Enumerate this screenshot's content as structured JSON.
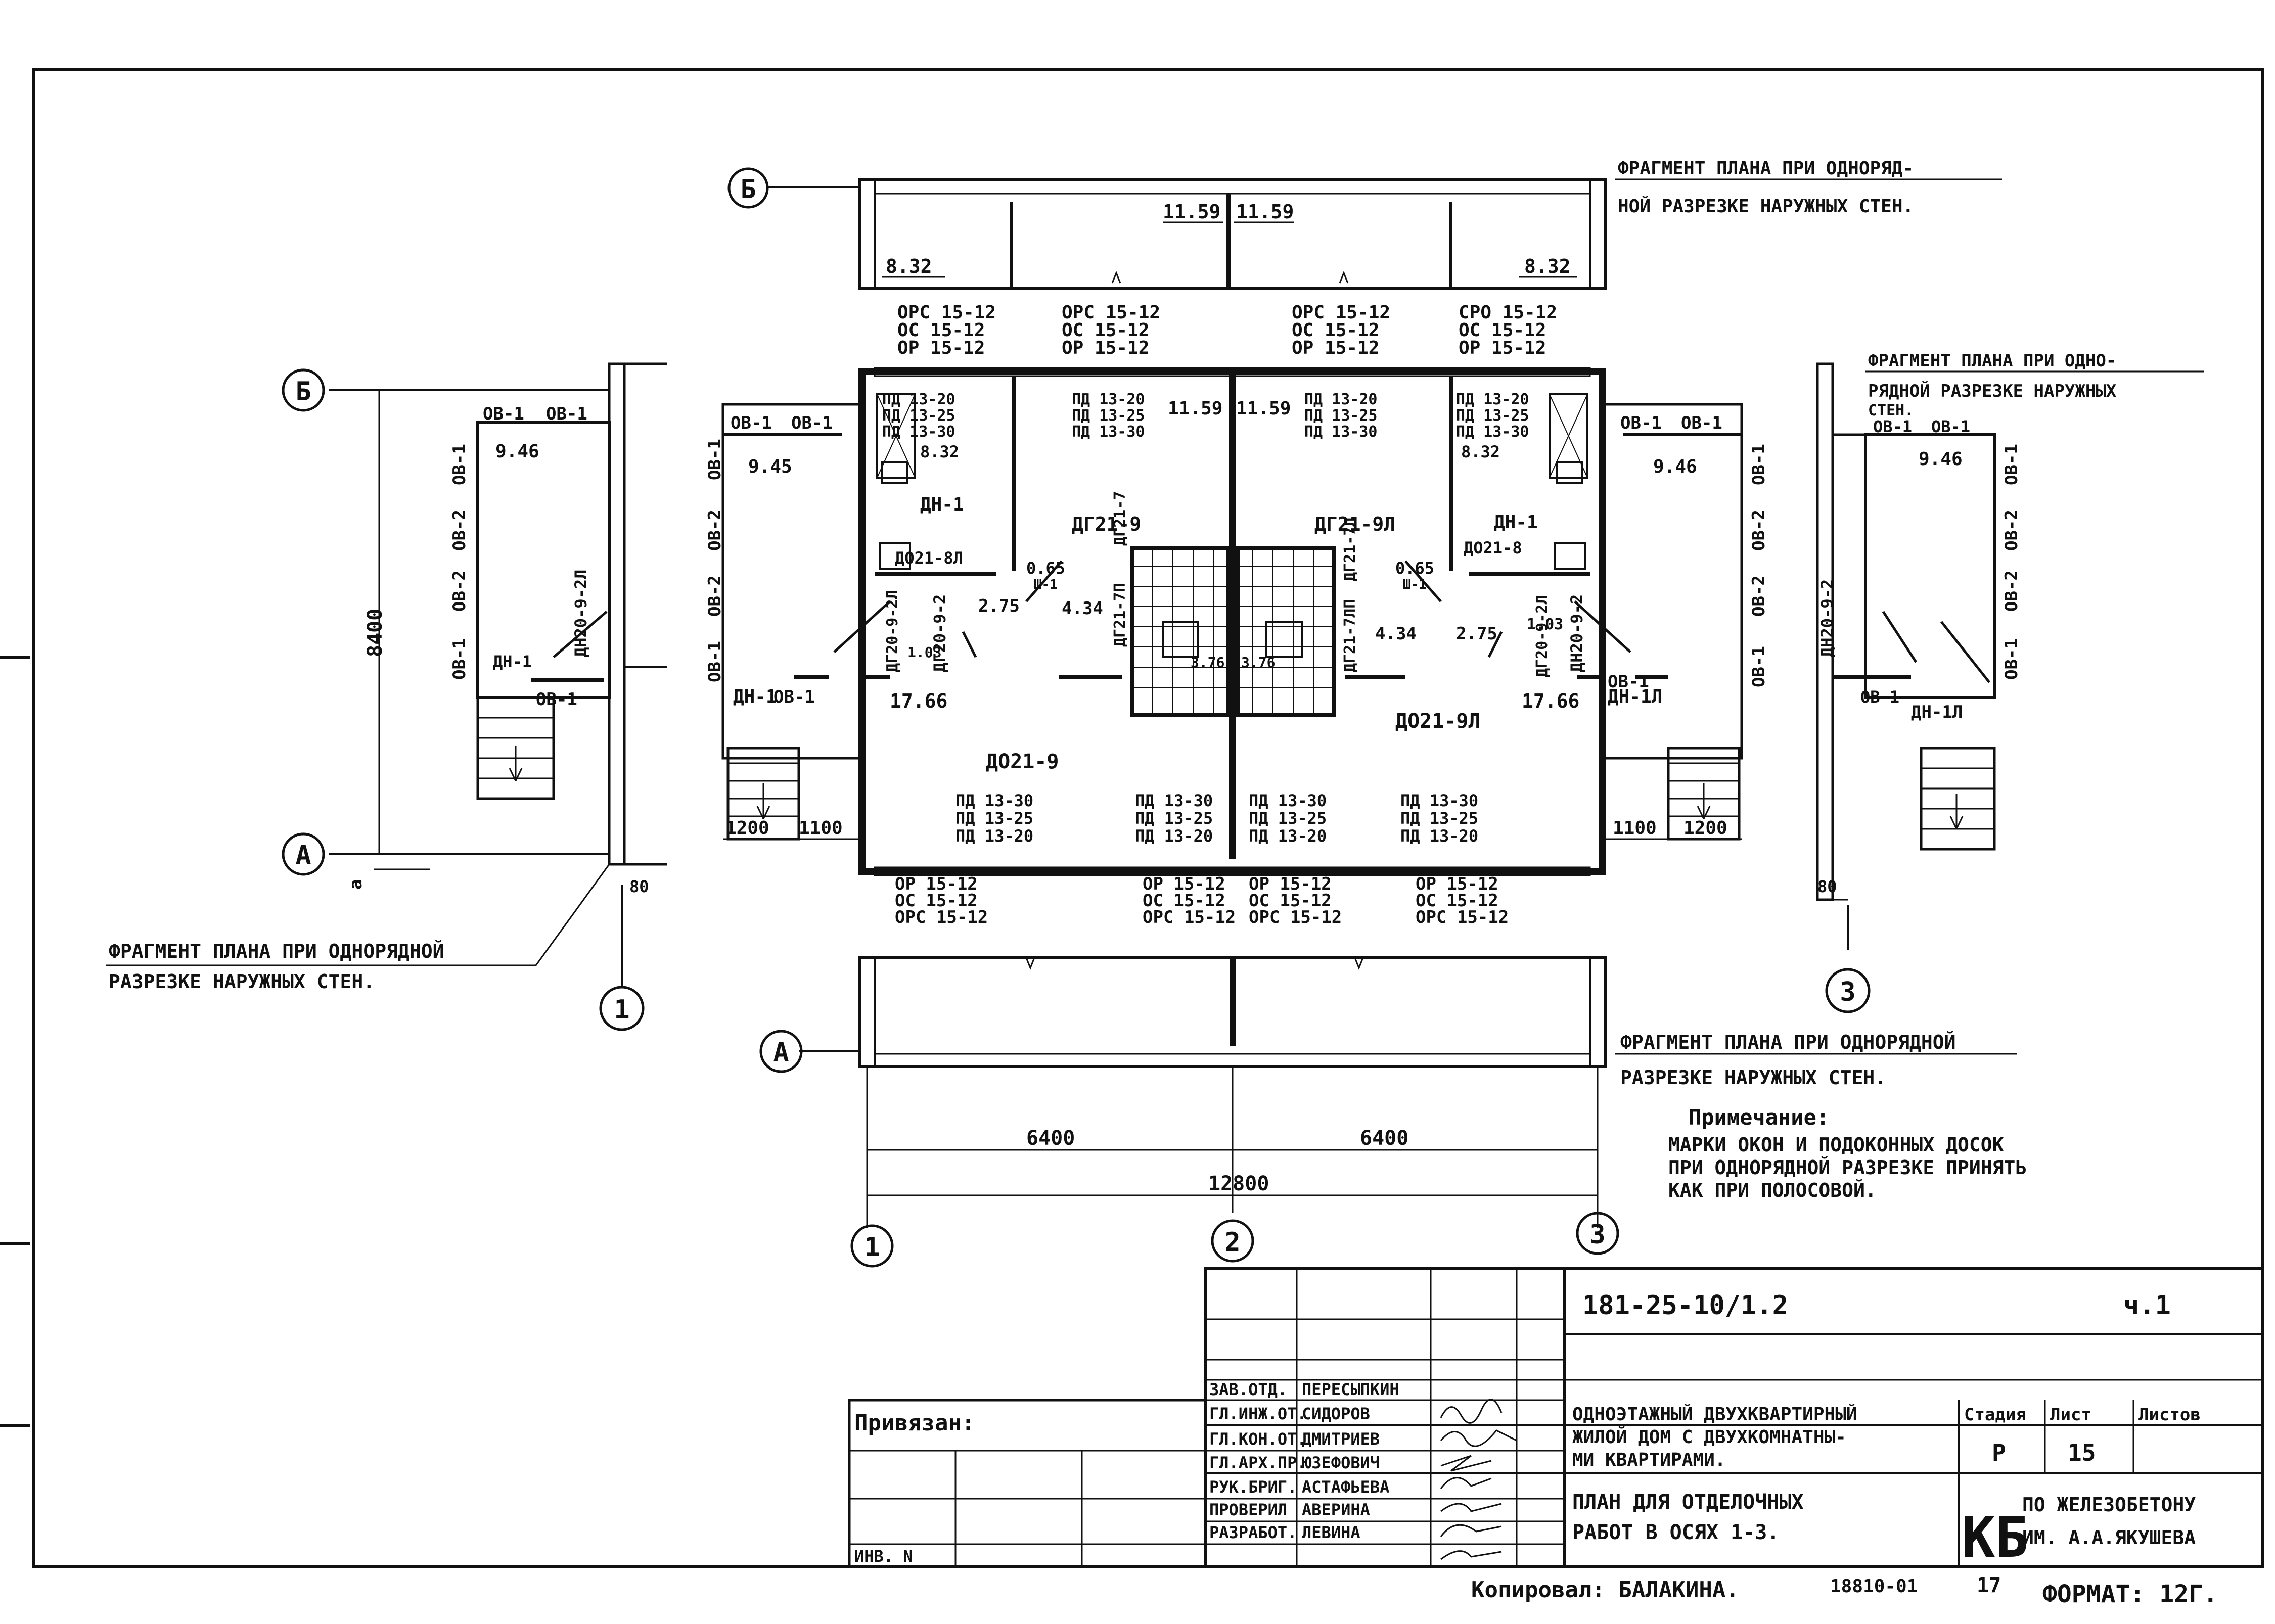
{
  "axes": {
    "b": "Б",
    "a": "А",
    "ax1": "1",
    "ax2": "2",
    "ax3": "3"
  },
  "fragments": {
    "top": [
      "ФРАГМЕНТ ПЛАНА ПРИ ОДНОРЯД-",
      "НОЙ РАЗРЕЗКЕ НАРУЖНЫХ СТЕН."
    ],
    "left": [
      "ФРАГМЕНТ ПЛАНА ПРИ ОДНОРЯДНОЙ",
      "РАЗРЕЗКЕ НАРУЖНЫХ СТЕН."
    ],
    "right": [
      "ФРАГМЕНТ ПЛАНА ПРИ ОДНО-",
      "РЯДНОЙ РАЗРЕЗКЕ НАРУЖНЫХ",
      "СТЕН."
    ],
    "bottom": [
      "ФРАГМЕНТ ПЛАНА ПРИ ОДНОРЯДНОЙ",
      "РАЗРЕЗКЕ НАРУЖНЫХ СТЕН."
    ]
  },
  "window_marks": {
    "top": [
      "ОРС 15-12",
      "ОС 15-12",
      "ОР 15-12"
    ],
    "top_right": [
      "СРО 15-12",
      "ОС 15-12",
      "ОР 15-12"
    ],
    "bottom": [
      "ОР 15-12",
      "ОС 15-12",
      "ОРС 15-12"
    ]
  },
  "sill_boards": {
    "top": [
      "ПД 13-20",
      "ПД 13-25",
      "ПД 13-30"
    ],
    "bottom": [
      "ПД 13-30",
      "ПД 13-25",
      "ПД 13-20"
    ]
  },
  "areas": {
    "a1159": "11.59",
    "a832": "8.32",
    "a946": "9.46",
    "a945": "9.45",
    "a065": "0.65",
    "a275": "2.75",
    "a434": "4.34",
    "a376": "3.76",
    "a1766": "17.66",
    "a103": "1.03"
  },
  "doors": {
    "dg219": "ДГ21-9",
    "dg219l": "ДГ21-9Л",
    "do219": "ДО21-9",
    "do219l": "ДО21-9Л",
    "do218": "ДО21-8",
    "do218l": "ДО21-8Л",
    "dg209": "ДГ20-9-2",
    "dg209l": "ДГ20-9-2Л",
    "dn209": "ДН20-9-2",
    "dn209l": "ДН20-9-2Л",
    "dn1": "ДН-1",
    "dn1l": "ДН-1Л",
    "dg217": "ДГ21-7",
    "dg217l": "ДГ21-7Л",
    "dg217p": "ДГ21-7П",
    "dg217lp": "ДГ21-7ЛП"
  },
  "walls": {
    "ov1": "ОВ-1",
    "ov2": "ОВ-2",
    "ok": "Ш-1"
  },
  "dims": {
    "d8400": "8400",
    "d6400": "6400",
    "d12800": "12800",
    "d1200": "1200",
    "d1100": "1100",
    "d80": "80",
    "da": "а"
  },
  "note": {
    "heading": "Примечание:",
    "lines": [
      "МАРКИ ОКОН И ПОДОКОННЫХ ДОСОК",
      "ПРИ ОДНОРЯДНОЙ РАЗРЕЗКЕ ПРИНЯТЬ",
      "КАК ПРИ ПОЛОСОВОЙ."
    ]
  },
  "titleblock": {
    "code": "181-25-10/1.2",
    "part": "ч.1",
    "privyazan": "Привязан:",
    "inv": "ИНВ. N",
    "roles": [
      {
        "role": "ЗАВ.ОТД.",
        "name": "ПЕРЕСЫПКИН"
      },
      {
        "role": "ГЛ.ИНЖ.ОТ.",
        "name": "СИДОРОВ"
      },
      {
        "role": "ГЛ.КОН.ОТ.",
        "name": "ДМИТРИЕВ"
      },
      {
        "role": "ГЛ.АРХ.ПР.",
        "name": "ЮЗЕФОВИЧ"
      },
      {
        "role": "РУК.БРИГ.",
        "name": "АСТАФЬЕВА"
      },
      {
        "role": "ПРОВЕРИЛ",
        "name": "АВЕРИНА"
      },
      {
        "role": "РАЗРАБОТ.",
        "name": "ЛЕВИНА"
      }
    ],
    "project": [
      "ОДНОЭТАЖНЫЙ ДВУХКВАРТИРНЫЙ",
      "ЖИЛОЙ ДОМ С ДВУХКОМНАТНЫ-",
      "МИ КВАРТИРАМИ."
    ],
    "sheet": [
      "ПЛАН ДЛЯ ОТДЕЛОЧНЫХ",
      "РАБОТ В ОСЯХ 1-3."
    ],
    "stage_label": "Стадия",
    "stage": "Р",
    "list_label": "Лист",
    "list": "15",
    "lists_label": "Листов",
    "org_mark": "КБ",
    "org": [
      "ПО ЖЕЛЕЗОБЕТОНУ",
      "ИМ. А.А.ЯКУШЕВА"
    ]
  },
  "footer": {
    "copied": "Копировал: БАЛАКИНА.",
    "num": "18810-01",
    "page": "17",
    "format": "ФОРМАТ: 12Г."
  }
}
